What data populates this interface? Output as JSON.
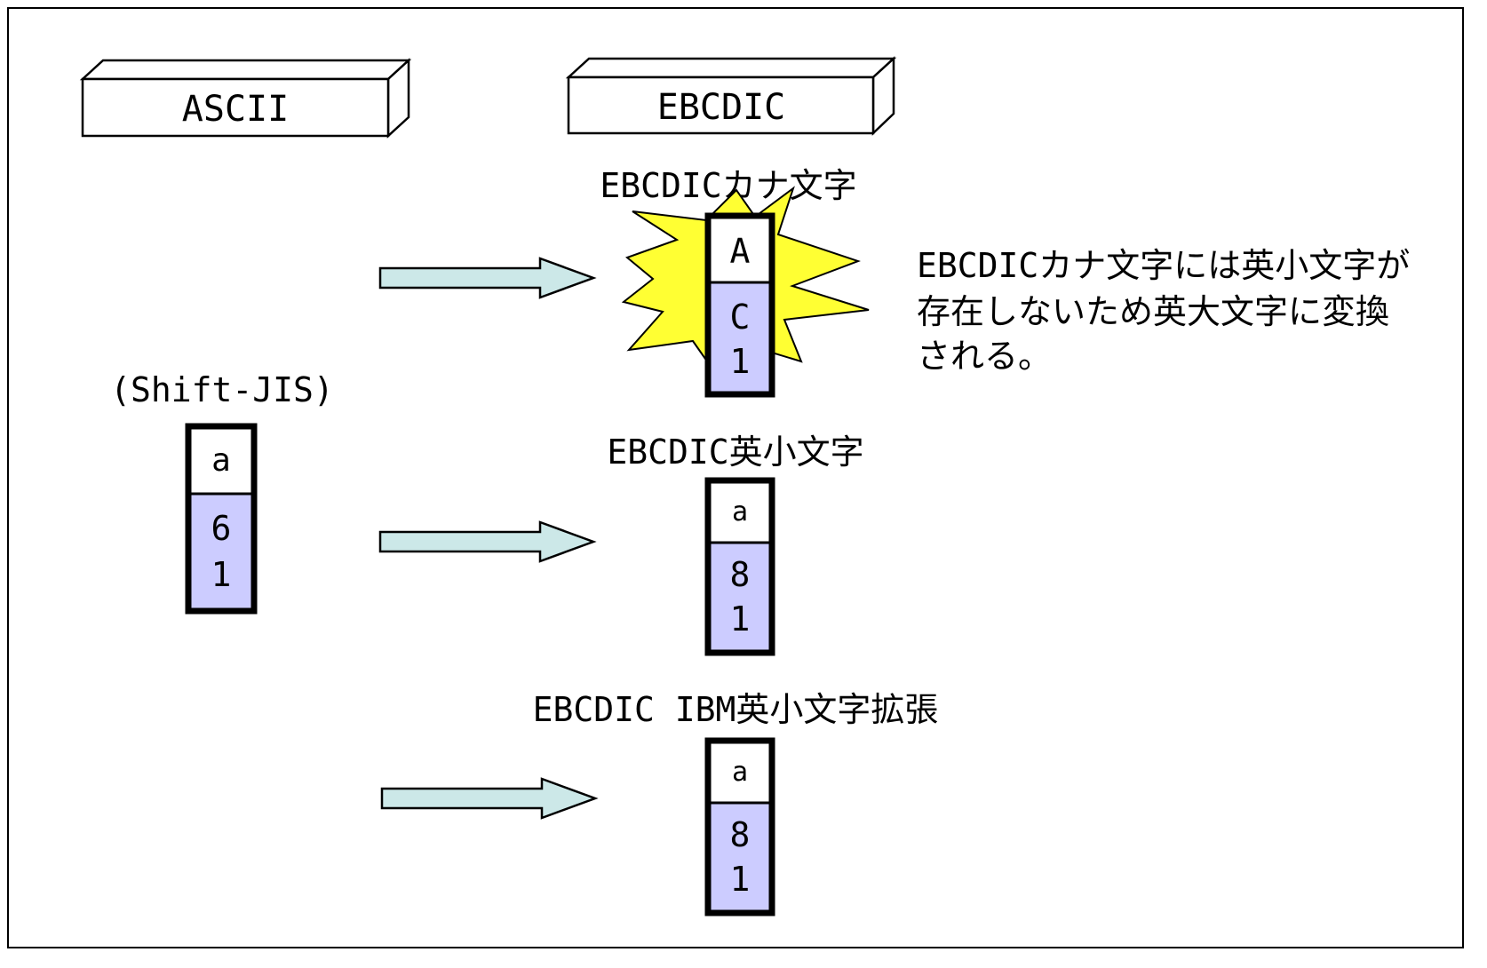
{
  "headers": {
    "ascii": "ASCII",
    "ebcdic": "EBCDIC"
  },
  "source": {
    "encoding_label": "(Shift-JIS)",
    "char": "a",
    "hex_high": "6",
    "hex_low": "1"
  },
  "targets": [
    {
      "title": "EBCDICカナ文字",
      "char": "A",
      "hex_high": "C",
      "hex_low": "1",
      "highlighted": true
    },
    {
      "title": "EBCDIC英小文字",
      "char": "a",
      "hex_high": "8",
      "hex_low": "1",
      "highlighted": false
    },
    {
      "title": "EBCDIC IBM英小文字拡張",
      "char": "a",
      "hex_high": "8",
      "hex_low": "1",
      "highlighted": false
    }
  ],
  "note": {
    "lines": [
      "EBCDICカナ文字には英小文字が",
      "存在しないため英大文字に変換",
      "される。"
    ]
  },
  "colors": {
    "code_cell_fill": "#CCCCFF",
    "arrow_fill": "#CCE8E8",
    "burst_fill": "#FFFF33",
    "char_cell_fill": "#FFFFFF"
  }
}
